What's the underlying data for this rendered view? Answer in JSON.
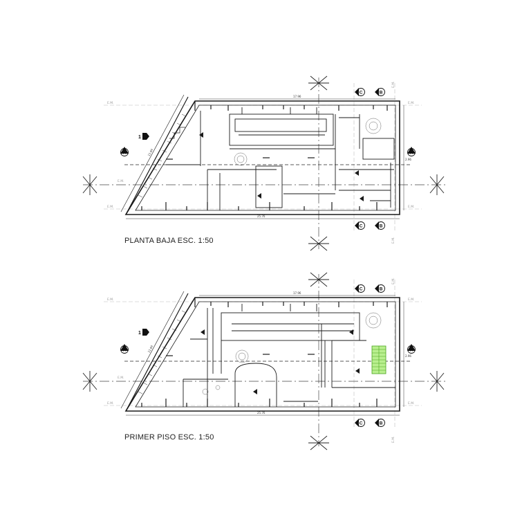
{
  "colors": {
    "line": "#1a1a1a",
    "axis": "#444444",
    "grey": "#9a9a9a",
    "stair": "#7fd14a"
  },
  "plans": [
    {
      "id": "ground",
      "title": "PLANTA BAJA ESC. 1:50",
      "level_marker": "1",
      "dim_top": "17.96",
      "dim_bottom": "25.76",
      "dim_right": "2.96",
      "dim_slope": "11.64",
      "section_a": "A",
      "section_b": "B",
      "section_c": "C",
      "em_label": "E.M."
    },
    {
      "id": "first",
      "title": "PRIMER PISO ESC. 1:50",
      "level_marker": "1",
      "dim_top": "17.96",
      "dim_bottom": "25.76",
      "dim_right": "2.96",
      "dim_slope": "11.64",
      "section_a": "A",
      "section_b": "B",
      "section_c": "C",
      "em_label": "E.M."
    }
  ]
}
